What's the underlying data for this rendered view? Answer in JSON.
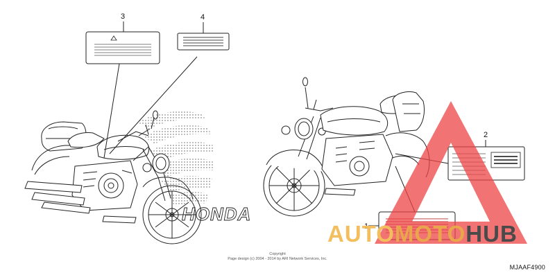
{
  "diagram": {
    "callouts": [
      {
        "id": "3",
        "label": "3"
      },
      {
        "id": "4",
        "label": "4"
      },
      {
        "id": "2",
        "label": "2"
      },
      {
        "id": "1",
        "label": "1"
      }
    ],
    "left_brand_text": "HONDA",
    "copyright_line1": "Copyright",
    "copyright_line2": "Page design (c) 2004 - 2014 by ARI Network Services, Inc.",
    "diagram_code": "MJAAF4900"
  },
  "watermark": {
    "part1": "AUTO",
    "part2": "MOTO",
    "part3": "HUB",
    "colors": {
      "triangle": "#ee4444",
      "part1": "#f3bf5e",
      "part2": "#e9a64a",
      "part3": "#4a4a4a"
    }
  }
}
